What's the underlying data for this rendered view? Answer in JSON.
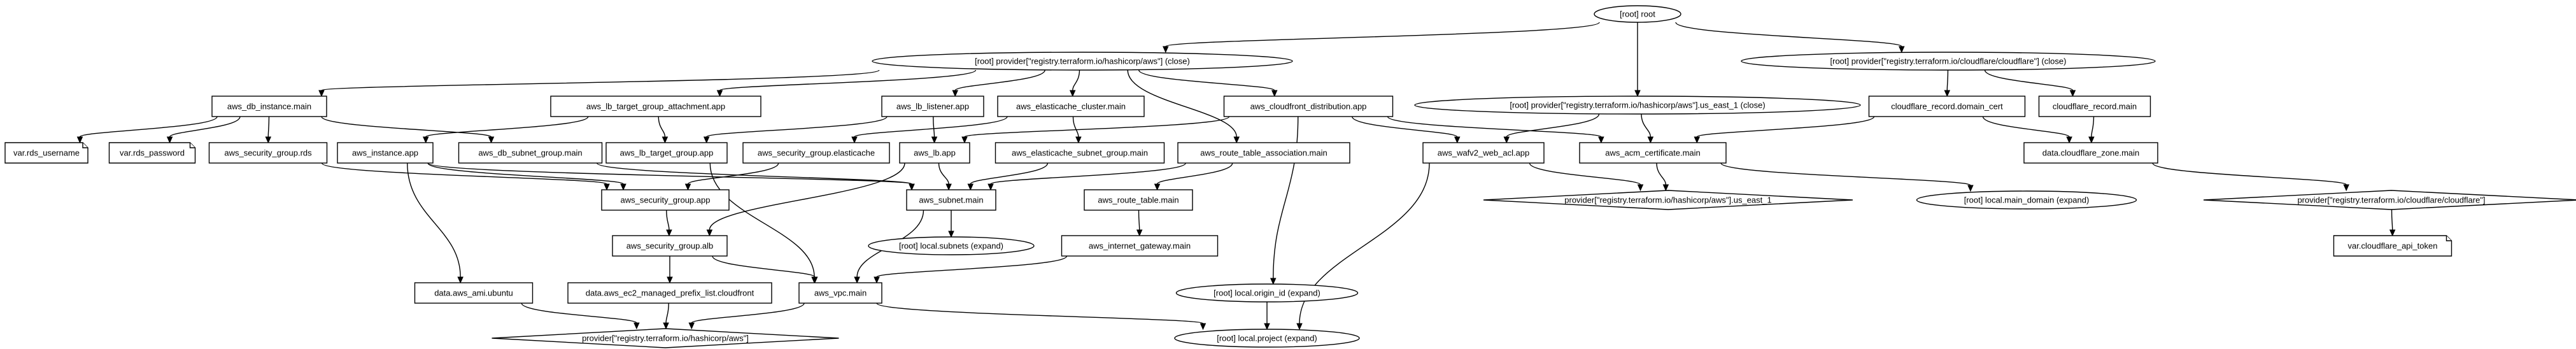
{
  "nodes": {
    "root": "[root] root",
    "provider_aws_close": "[root] provider[\"registry.terraform.io/hashicorp/aws\"] (close)",
    "provider_cf_close": "[root] provider[\"registry.terraform.io/cloudflare/cloudflare\"] (close)",
    "provider_aws_east_close": "[root] provider[\"registry.terraform.io/hashicorp/aws\"].us_east_1 (close)",
    "db_instance": "aws_db_instance.main",
    "lb_tg_attach": "aws_lb_target_group_attachment.app",
    "lb_listener": "aws_lb_listener.app",
    "elasticache_cluster": "aws_elasticache_cluster.main",
    "cloudfront": "aws_cloudfront_distribution.app",
    "cf_record_cert": "cloudflare_record.domain_cert",
    "cf_record_main": "cloudflare_record.main",
    "var_rds_username": "var.rds_username",
    "var_rds_password": "var.rds_password",
    "sg_rds": "aws_security_group.rds",
    "instance_app": "aws_instance.app",
    "db_subnet_group": "aws_db_subnet_group.main",
    "lb_tg": "aws_lb_target_group.app",
    "sg_elasticache": "aws_security_group.elasticache",
    "lb_app": "aws_lb.app",
    "elasticache_subnet_group": "aws_elasticache_subnet_group.main",
    "rt_assoc": "aws_route_table_association.main",
    "wafv2": "aws_wafv2_web_acl.app",
    "acm_cert": "aws_acm_certificate.main",
    "cf_zone": "data.cloudflare_zone.main",
    "sg_app": "aws_security_group.app",
    "subnet_main": "aws_subnet.main",
    "route_table": "aws_route_table.main",
    "provider_aws_east": "provider[\"registry.terraform.io/hashicorp/aws\"].us_east_1",
    "local_main_domain": "[root] local.main_domain (expand)",
    "provider_cf": "provider[\"registry.terraform.io/cloudflare/cloudflare\"]",
    "local_subnets": "[root] local.subnets (expand)",
    "sg_alb": "aws_security_group.alb",
    "internet_gw": "aws_internet_gateway.main",
    "var_cf_token": "var.cloudflare_api_token",
    "ami_ubuntu": "data.aws_ami.ubuntu",
    "prefix_list": "data.aws_ec2_managed_prefix_list.cloudfront",
    "vpc_main": "aws_vpc.main",
    "local_origin_id": "[root] local.origin_id (expand)",
    "provider_aws": "provider[\"registry.terraform.io/hashicorp/aws\"]",
    "local_project": "[root] local.project (expand)"
  },
  "edges": [
    [
      "root",
      "provider_aws_close"
    ],
    [
      "root",
      "provider_aws_east_close"
    ],
    [
      "root",
      "provider_cf_close"
    ],
    [
      "provider_aws_close",
      "db_instance"
    ],
    [
      "provider_aws_close",
      "lb_tg_attach"
    ],
    [
      "provider_aws_close",
      "lb_listener"
    ],
    [
      "provider_aws_close",
      "elasticache_cluster"
    ],
    [
      "provider_aws_close",
      "cloudfront"
    ],
    [
      "provider_aws_close",
      "rt_assoc"
    ],
    [
      "provider_cf_close",
      "cf_record_cert"
    ],
    [
      "provider_cf_close",
      "cf_record_main"
    ],
    [
      "provider_aws_east_close",
      "wafv2"
    ],
    [
      "provider_aws_east_close",
      "acm_cert"
    ],
    [
      "db_instance",
      "var_rds_username"
    ],
    [
      "db_instance",
      "var_rds_password"
    ],
    [
      "db_instance",
      "sg_rds"
    ],
    [
      "db_instance",
      "db_subnet_group"
    ],
    [
      "lb_tg_attach",
      "instance_app"
    ],
    [
      "lb_tg_attach",
      "lb_tg"
    ],
    [
      "lb_listener",
      "lb_tg"
    ],
    [
      "lb_listener",
      "lb_app"
    ],
    [
      "elasticache_cluster",
      "sg_elasticache"
    ],
    [
      "elasticache_cluster",
      "elasticache_subnet_group"
    ],
    [
      "cloudfront",
      "lb_app"
    ],
    [
      "cloudfront",
      "wafv2"
    ],
    [
      "cloudfront",
      "acm_cert"
    ],
    [
      "cloudfront",
      "local_origin_id"
    ],
    [
      "cf_record_cert",
      "acm_cert"
    ],
    [
      "cf_record_cert",
      "cf_zone"
    ],
    [
      "cf_record_main",
      "cf_zone"
    ],
    [
      "sg_rds",
      "sg_app"
    ],
    [
      "instance_app",
      "sg_app"
    ],
    [
      "instance_app",
      "subnet_main"
    ],
    [
      "instance_app",
      "ami_ubuntu"
    ],
    [
      "db_subnet_group",
      "subnet_main"
    ],
    [
      "lb_tg",
      "vpc_main"
    ],
    [
      "sg_elasticache",
      "sg_app"
    ],
    [
      "lb_app",
      "sg_alb"
    ],
    [
      "lb_app",
      "subnet_main"
    ],
    [
      "elasticache_subnet_group",
      "subnet_main"
    ],
    [
      "rt_assoc",
      "subnet_main"
    ],
    [
      "rt_assoc",
      "route_table"
    ],
    [
      "wafv2",
      "provider_aws_east"
    ],
    [
      "wafv2",
      "local_project"
    ],
    [
      "acm_cert",
      "provider_aws_east"
    ],
    [
      "acm_cert",
      "local_main_domain"
    ],
    [
      "cf_zone",
      "provider_cf"
    ],
    [
      "sg_app",
      "sg_alb"
    ],
    [
      "subnet_main",
      "local_subnets"
    ],
    [
      "subnet_main",
      "vpc_main"
    ],
    [
      "route_table",
      "internet_gw"
    ],
    [
      "provider_cf",
      "var_cf_token"
    ],
    [
      "sg_alb",
      "prefix_list"
    ],
    [
      "sg_alb",
      "vpc_main"
    ],
    [
      "internet_gw",
      "vpc_main"
    ],
    [
      "ami_ubuntu",
      "provider_aws"
    ],
    [
      "prefix_list",
      "provider_aws"
    ],
    [
      "vpc_main",
      "provider_aws"
    ],
    [
      "vpc_main",
      "local_project"
    ],
    [
      "local_origin_id",
      "local_project"
    ]
  ]
}
